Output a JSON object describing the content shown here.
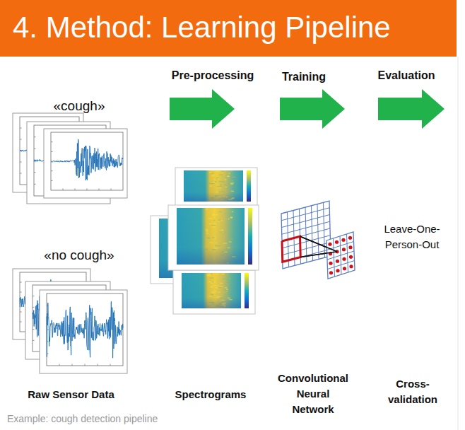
{
  "diagram": {
    "title": "4. Method: Learning Pipeline",
    "caption": "Example: cough detection pipeline",
    "labels": [
      "«cough»",
      "«no cough»",
      "Pre-processing",
      "Training",
      "Evaluation",
      "Leave-One-Person-Out",
      "Raw Sensor Data",
      "Spectrograms",
      "Convolutional Neural Network",
      "Cross-validation"
    ]
  }
}
